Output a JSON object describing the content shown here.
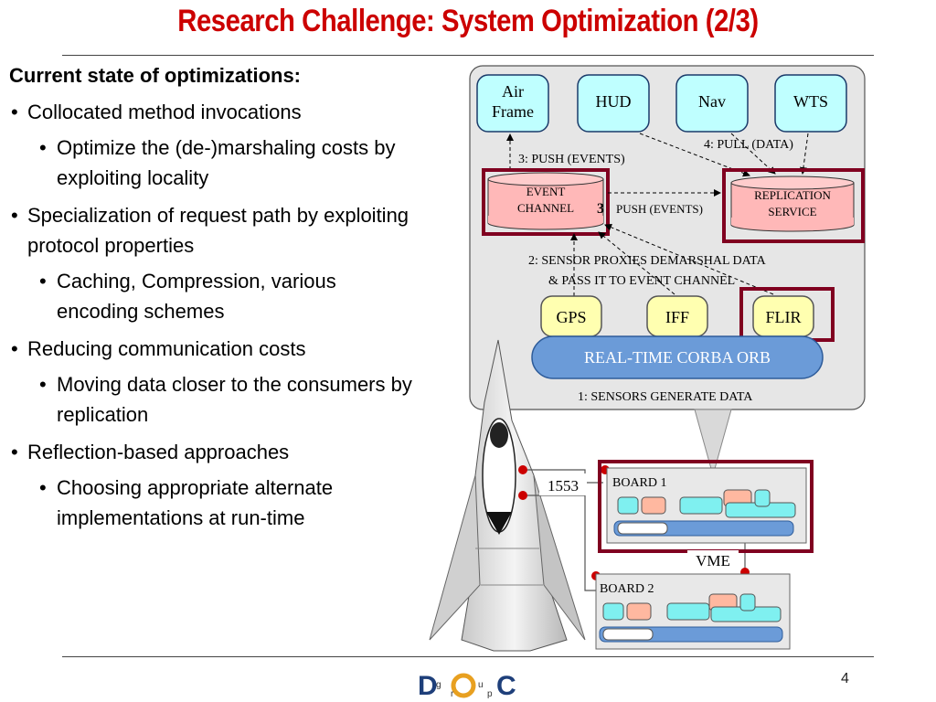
{
  "slide": {
    "title": "Research Challenge: System Optimization (2/3)",
    "page_number": "4"
  },
  "bullets": {
    "heading": "Current state of optimizations:",
    "items": [
      {
        "text": "Collocated method invocations",
        "level": 1
      },
      {
        "text": "Optimize the (de-)marshaling costs by exploiting locality",
        "level": 2
      },
      {
        "text": "Specialization of request path by exploiting protocol properties",
        "level": 1
      },
      {
        "text": "Caching, Compression, various encoding schemes",
        "level": 2
      },
      {
        "text": "Reducing communication costs",
        "level": 1
      },
      {
        "text": "Moving data closer to the consumers by replication",
        "level": 2
      },
      {
        "text": "Reflection-based approaches",
        "level": 1
      },
      {
        "text": "Choosing appropriate alternate implementations at run-time",
        "level": 2
      }
    ],
    "bullet_glyph": "•"
  },
  "diagram": {
    "components": {
      "air_frame_line1": "Air",
      "air_frame_line2": "Frame",
      "hud": "HUD",
      "nav": "Nav",
      "wts": "WTS",
      "event_channel_line1": "EVENT",
      "event_channel_line2": "CHANNEL",
      "replication_line1": "REPLICATION",
      "replication_line2": "SERVICE",
      "gps": "GPS",
      "iff": "IFF",
      "flir": "FLIR",
      "orb": "REAL-TIME  CORBA  ORB"
    },
    "steps": {
      "step3_top": "3: PUSH (EVENTS)",
      "step4": "4: PULL (DATA)",
      "step3_mid_num": "3",
      "step3_mid": "PUSH (EVENTS)",
      "step2_line1": "2: SENSOR  PROXIES  DEMARSHAL  DATA",
      "step2_line2": "& PASS  IT  TO  EVENT  CHANNEL",
      "step1": "1: SENSORS  GENERATE  DATA"
    },
    "hardware": {
      "bus_1553": "1553",
      "board1": "BOARD 1",
      "board2": "BOARD 2",
      "vme": "VME"
    },
    "colors": {
      "component_fill": "#bfffff",
      "channel_fill": "#ffb8b8",
      "sensor_fill": "#ffffb0",
      "orb_fill": "#6b9bd8",
      "highlight": "#800020",
      "panel_fill": "#e6e6e6"
    }
  },
  "logo": {
    "letters": [
      "D",
      "O",
      "C"
    ],
    "small_letters": [
      "g",
      "r",
      "u",
      "p"
    ]
  }
}
